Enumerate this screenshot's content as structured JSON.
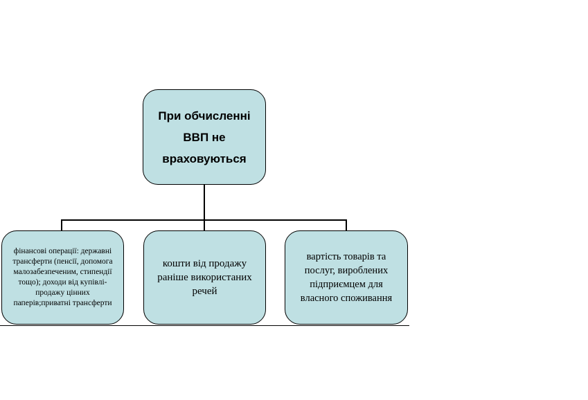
{
  "diagram": {
    "root": {
      "text": "При обчисленні ВВП не враховуються"
    },
    "children": [
      {
        "text": "фінансові операції: державні трансферти (пенсії, допомога малозабезпеченим, стипендії тощо); доходи від купівлі-продажу цінних паперів;приватні трансферти"
      },
      {
        "text": "кошти від продажу раніше використаних речей"
      },
      {
        "text": "вартість товарів та послуг, вироблених підприємцем для власного споживання"
      }
    ],
    "colors": {
      "box_fill": "#bfe0e3",
      "stroke": "#000000"
    }
  }
}
